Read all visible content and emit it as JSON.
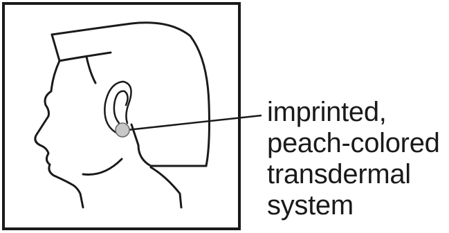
{
  "label": {
    "lines": [
      "imprinted,",
      "peach-colored",
      "transdermal",
      "system"
    ]
  },
  "colors": {
    "ink": "#1a1a1a",
    "patch_fill": "#c8c8c8",
    "patch_stroke": "#666666",
    "background": "#ffffff"
  }
}
